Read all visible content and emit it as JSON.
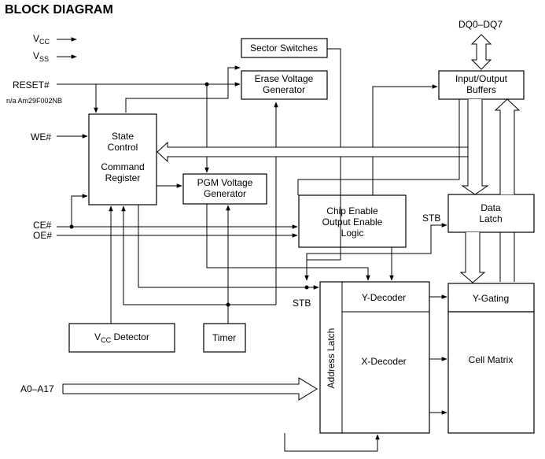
{
  "title": "BLOCK DIAGRAM",
  "signals": {
    "vcc": "V",
    "vcc_sub": "CC",
    "vss": "V",
    "vss_sub": "SS",
    "reset": "RESET#",
    "reset_note": "n/a Am29F002NB",
    "we": "WE#",
    "ce": "CE#",
    "oe": "OE#",
    "address": "A0–A17",
    "dq": "DQ0–DQ7",
    "stb_right": "STB",
    "stb_bottom": "STB"
  },
  "blocks": {
    "sector_switches": "Sector Switches",
    "erase_voltage": [
      "Erase Voltage",
      "Generator"
    ],
    "io_buffers": [
      "Input/Output",
      "Buffers"
    ],
    "state_control": [
      "State",
      "Control"
    ],
    "command_register": [
      "Command",
      "Register"
    ],
    "pgm_voltage": [
      "PGM Voltage",
      "Generator"
    ],
    "chip_enable": [
      "Chip Enable",
      "Output Enable",
      "Logic"
    ],
    "data_latch": [
      "Data",
      "Latch"
    ],
    "y_decoder": "Y-Decoder",
    "y_gating": "Y-Gating",
    "vcc_detector": "V",
    "vcc_detector_sub": "CC",
    "vcc_detector_rest": " Detector",
    "timer": "Timer",
    "address_latch": "Address Latch",
    "x_decoder": "X-Decoder",
    "cell_matrix": "Cell Matrix"
  }
}
